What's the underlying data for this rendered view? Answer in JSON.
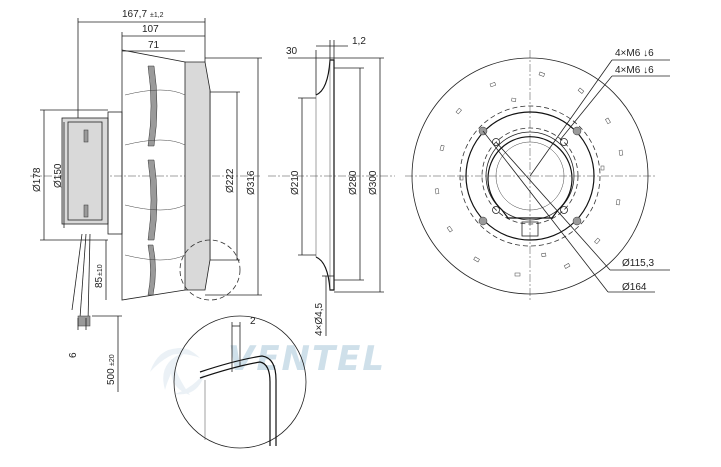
{
  "watermark": "VENTEL",
  "side_view": {
    "overall_length": "167,7",
    "overall_length_tol": "±1,2",
    "length_107": "107",
    "length_71": "71",
    "dia_motor": "Ø178",
    "dia_flange": "Ø150",
    "dia_222": "Ø222",
    "dia_316": "Ø316",
    "cable_85": "85",
    "cable_85_tol": "±10",
    "cable_500": "500",
    "cable_500_tol": "±20",
    "dim_6": "6"
  },
  "section_view": {
    "dim_30": "30",
    "dim_1_2": "1,2",
    "dia_210": "Ø210",
    "dia_280": "Ø280",
    "dia_300": "Ø300",
    "holes": "4×Ø4,5"
  },
  "front_view": {
    "thread_1": "4×M6 ↓6",
    "thread_2": "4×M6 ↓6",
    "pcd_115": "Ø115,3",
    "pcd_164": "Ø164"
  },
  "detail_view": {
    "dim_2": "2"
  }
}
